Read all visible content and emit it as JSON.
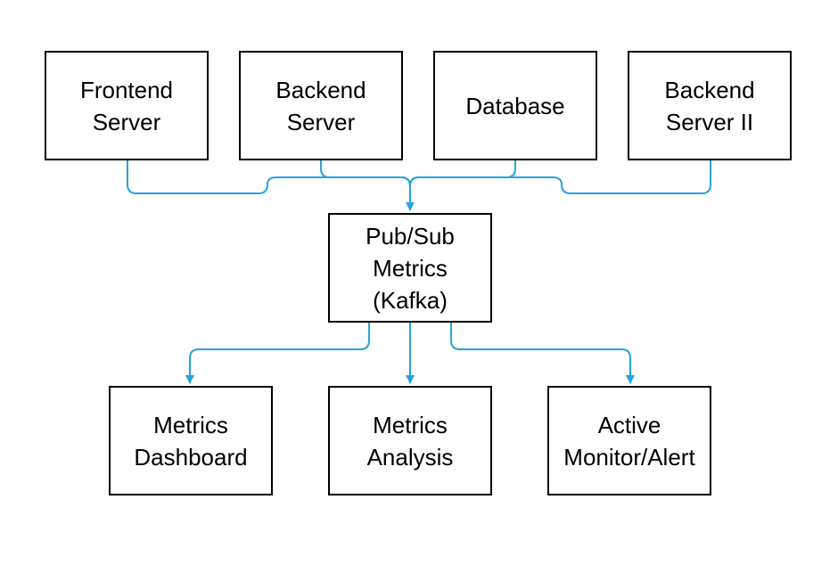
{
  "colors": {
    "edge": "#27a3dc",
    "node_border": "#000000",
    "text": "#000000"
  },
  "nodes": {
    "frontend_server": [
      "Frontend",
      "Server"
    ],
    "backend_server": [
      "Backend",
      "Server"
    ],
    "database": [
      "Database"
    ],
    "backend_server_ii": [
      "Backend",
      "Server II"
    ],
    "pubsub": [
      "Pub/Sub",
      "Metrics",
      "(Kafka)"
    ],
    "metrics_dashboard": [
      "Metrics",
      "Dashboard"
    ],
    "metrics_analysis": [
      "Metrics",
      "Analysis"
    ],
    "active_monitor": [
      "Active",
      "Monitor/Alert"
    ]
  },
  "edges": [
    {
      "from": "frontend_server",
      "to": "pubsub"
    },
    {
      "from": "backend_server",
      "to": "pubsub"
    },
    {
      "from": "database",
      "to": "pubsub"
    },
    {
      "from": "backend_server_ii",
      "to": "pubsub"
    },
    {
      "from": "pubsub",
      "to": "metrics_dashboard"
    },
    {
      "from": "pubsub",
      "to": "metrics_analysis"
    },
    {
      "from": "pubsub",
      "to": "active_monitor"
    }
  ]
}
